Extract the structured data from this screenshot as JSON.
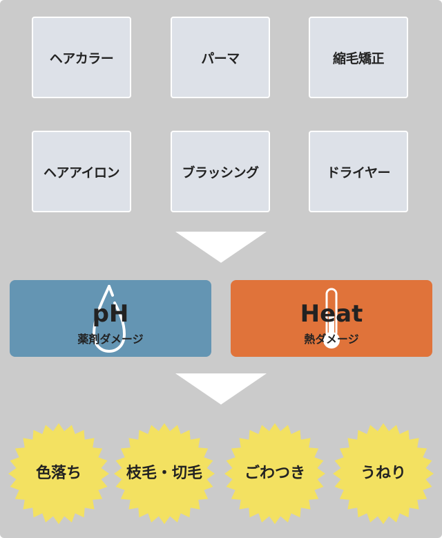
{
  "causes": [
    "ヘアカラー",
    "パーマ",
    "縮毛矯正",
    "ヘアアイロン",
    "ブラッシング",
    "ドライヤー"
  ],
  "damage": [
    {
      "title": "pH",
      "subtitle": "薬剤ダメージ",
      "icon": "water-drop-icon",
      "color": "#6495b3"
    },
    {
      "title": "Heat",
      "subtitle": "熱ダメージ",
      "icon": "thermometer-icon",
      "color": "#e0733a"
    }
  ],
  "results": [
    "色落ち",
    "枝毛・切毛",
    "ごわつき",
    "うねり"
  ],
  "colors": {
    "background": "#cbcbcb",
    "box": "#dde1e8",
    "burst": "#f3e161"
  }
}
